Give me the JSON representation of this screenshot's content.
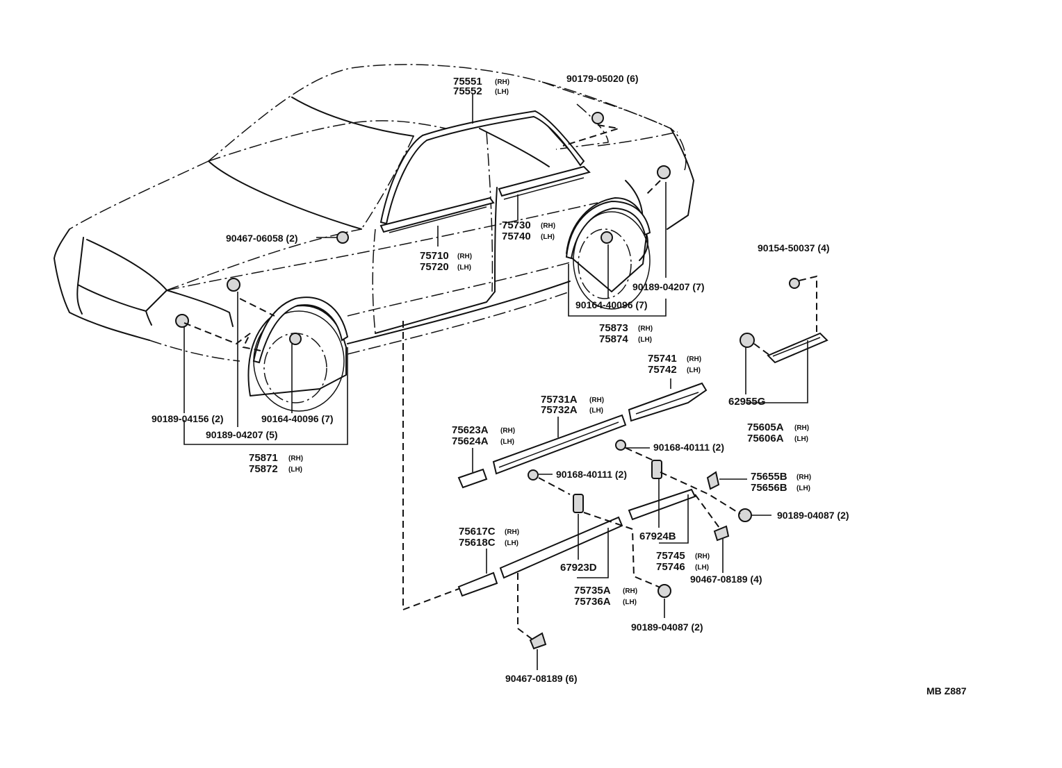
{
  "labels": {
    "l75551": "75551",
    "l75551s": "(RH)",
    "l75552": "75552",
    "l75552s": "(LH)",
    "l90179": "90179-05020 (6)",
    "l90467a": "90467-06058 (2)",
    "l75710": "75710",
    "l75710s": "(RH)",
    "l75720": "75720",
    "l75720s": "(LH)",
    "l75730": "75730",
    "l75730s": "(RH)",
    "l75740": "75740",
    "l75740s": "(LH)",
    "l90154": "90154-50037 (4)",
    "l90189_7": "90189-04207 (7)",
    "l90164_r": "90164-40096 (7)",
    "l75873": "75873",
    "l75873s": "(RH)",
    "l75874": "75874",
    "l75874s": "(LH)",
    "l62955": "62955G",
    "l75605": "75605A",
    "l75605s": "(RH)",
    "l75606": "75606A",
    "l75606s": "(LH)",
    "l75741": "75741",
    "l75741s": "(RH)",
    "l75742": "75742",
    "l75742s": "(LH)",
    "l75731": "75731A",
    "l75731s": "(RH)",
    "l75732": "75732A",
    "l75732s": "(LH)",
    "l75623": "75623A",
    "l75623s": "(RH)",
    "l75624": "75624A",
    "l75624s": "(LH)",
    "l90168a": "90168-40111 (2)",
    "l90168b": "90168-40111 (2)",
    "l75655": "75655B",
    "l75655s": "(RH)",
    "l75656": "75656B",
    "l75656s": "(LH)",
    "l90189_04087a": "90189-04087 (2)",
    "l67924": "67924B",
    "l75745": "75745",
    "l75745s": "(RH)",
    "l75746": "75746",
    "l75746s": "(LH)",
    "l90467_4": "90467-08189 (4)",
    "l75617": "75617C",
    "l75617s": "(RH)",
    "l75618": "75618C",
    "l75618s": "(LH)",
    "l67923": "67923D",
    "l75735": "75735A",
    "l75735s": "(RH)",
    "l75736": "75736A",
    "l75736s": "(LH)",
    "l90189_04087b": "90189-04087 (2)",
    "l90467_6": "90467-08189 (6)",
    "l90189_04156": "90189-04156 (2)",
    "l90164_f": "90164-40096 (7)",
    "l90189_5": "90189-04207 (5)",
    "l75871": "75871",
    "l75871s": "(RH)",
    "l75872": "75872",
    "l75872s": "(LH)",
    "ref_code": "MB  Z887"
  }
}
